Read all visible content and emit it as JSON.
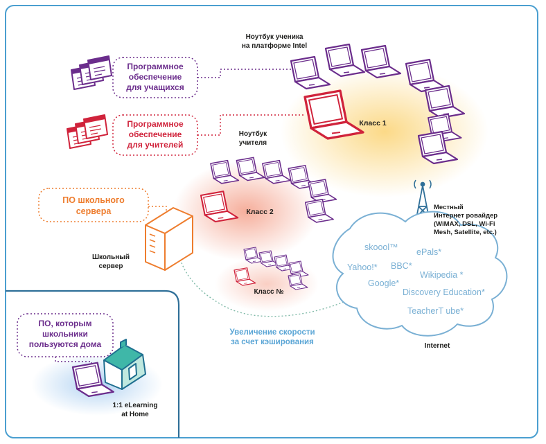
{
  "colors": {
    "frame": "#4a9fd0",
    "student": "#6b2d8c",
    "teacher": "#d0233b",
    "server": "#ee7d2e",
    "cloud": "#7ab0d4",
    "text": "#1d1d1b",
    "cache_text": "#5ba6d6"
  },
  "labels": {
    "student_laptop": "Ноутбук ученика\nна платформе Intel",
    "student_software": "Программное\nобеспечение\nдля учащихся",
    "teacher_software": "Программное\nобеспечение\nдля учителей",
    "teacher_laptop": "Ноутбук\nучителя",
    "class1": "Класс 1",
    "class2": "Класс 2",
    "classN": "Класс №",
    "server_software": "ПО школьного\nсервера",
    "server": "Школьный\nсервер",
    "provider": "Местный\nИнтернет ровайдер\n(WiMAX, DSL, Wi-Fi\nMesh, Satellite, etc.)",
    "caching": "Увеличение скорости\nза счет кэширования",
    "internet": "Internet",
    "home_software": "ПО, которым\nшкольники\nпользуются дома",
    "home": "1:1 eLearning\nat Home"
  },
  "cloud_sites": [
    "skoool™",
    "ePals*",
    "Yahoo!*",
    "BBC*",
    "Wikipedia *",
    "Google*",
    "Discovery Education*",
    "TeacherT ube*"
  ],
  "icons": [
    "software-windows-icon",
    "laptop-icon",
    "server-icon",
    "tower-icon",
    "cloud-icon",
    "house-icon",
    "cursor-arrow-icon"
  ]
}
